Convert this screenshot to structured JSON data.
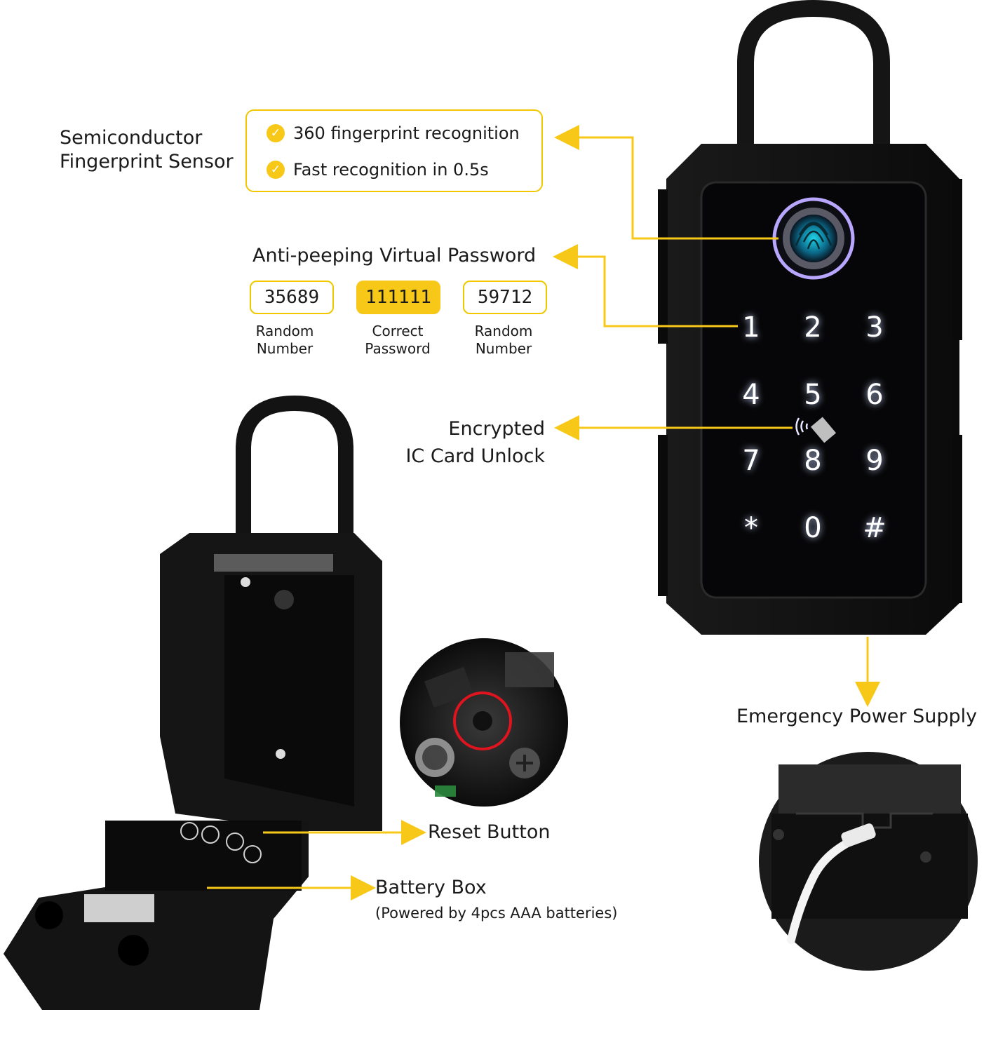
{
  "fingerprint": {
    "label_line1": "Semiconductor",
    "label_line2": "Fingerprint Sensor",
    "features": [
      "360 fingerprint recognition",
      "Fast recognition in 0.5s"
    ]
  },
  "virtual_password": {
    "title": "Anti-peeping Virtual Password",
    "boxes": [
      {
        "value": "35689",
        "caption_line1": "Random",
        "caption_line2": "Number"
      },
      {
        "value": "111111",
        "caption_line1": "Correct",
        "caption_line2": "Password"
      },
      {
        "value": "59712",
        "caption_line1": "Random",
        "caption_line2": "Number"
      }
    ]
  },
  "ic_card": {
    "line1": "Encrypted",
    "line2": "IC Card Unlock"
  },
  "emergency_power": "Emergency Power Supply",
  "reset_button": "Reset Button",
  "battery_box": {
    "title": "Battery Box",
    "note": "(Powered by 4pcs AAA batteries)"
  },
  "keypad": [
    "1",
    "2",
    "3",
    "4",
    "5",
    "6",
    "7",
    "8",
    "9",
    "*",
    "0",
    "#"
  ],
  "colors": {
    "accent": "#f7c817",
    "device": "#111111",
    "reset_ring": "#e0141e"
  }
}
